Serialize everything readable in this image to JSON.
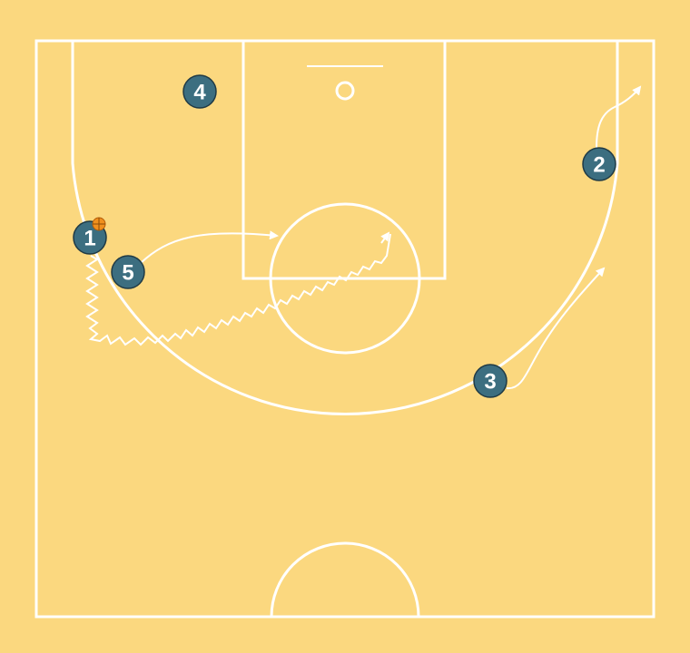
{
  "colors": {
    "floor": "#fbd87f",
    "lines": "#ffffff",
    "player": "#3c6e80",
    "ball": "#f0901e"
  },
  "players": [
    {
      "id": "p1",
      "label": "1",
      "has_ball": true
    },
    {
      "id": "p2",
      "label": "2",
      "has_ball": false
    },
    {
      "id": "p3",
      "label": "3",
      "has_ball": false
    },
    {
      "id": "p4",
      "label": "4",
      "has_ball": false
    },
    {
      "id": "p5",
      "label": "5",
      "has_ball": false
    }
  ],
  "icons": {
    "ball": "basketball-icon",
    "cut": "arrow-icon",
    "dribble": "zigzag-arrow-icon"
  }
}
